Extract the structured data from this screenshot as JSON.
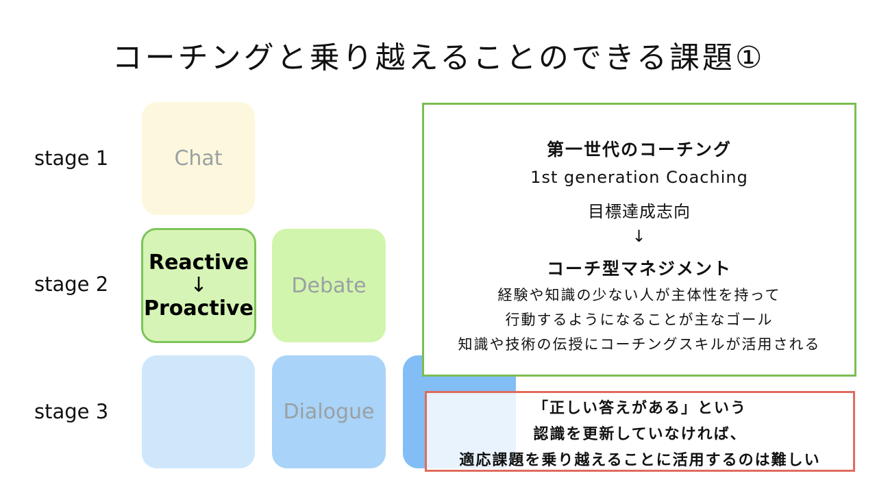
{
  "title": "コーチングと乗り越えることのできる課題①",
  "stages": [
    {
      "label": "stage 1"
    },
    {
      "label": "stage 2"
    },
    {
      "label": "stage 3"
    }
  ],
  "cards": {
    "chat": "Chat",
    "reactive": {
      "top": "Reactive",
      "arrow": "↓",
      "bottom": "Proactive"
    },
    "debate": "Debate",
    "dialogue": "Dialogue"
  },
  "green_box": {
    "heading1": "第一世代のコーチング",
    "line1": "1st generation Coaching",
    "line2": "目標達成志向",
    "arrow": "↓",
    "heading2": "コーチ型マネジメント",
    "desc": [
      "経験や知識の少ない人が主体性を持って",
      "行動するようになることが主なゴール",
      "知識や技術の伝授にコーチングスキルが活用される"
    ]
  },
  "red_box": {
    "lines": [
      "「正しい答えがある」という",
      "認識を更新していなければ、",
      "適応課題を乗り越えることに活用するのは難しい"
    ]
  },
  "colors": {
    "stage1": "#fdf8dd",
    "stage2_active": "#d6f4b5",
    "stage2": "#d2f5ad",
    "stage3_light": "#cfe7fb",
    "stage3_mid": "#a9d3f8",
    "stage3_dark": "#82bef5",
    "green_border": "#7cbd52",
    "red_border": "#e06b5c"
  }
}
